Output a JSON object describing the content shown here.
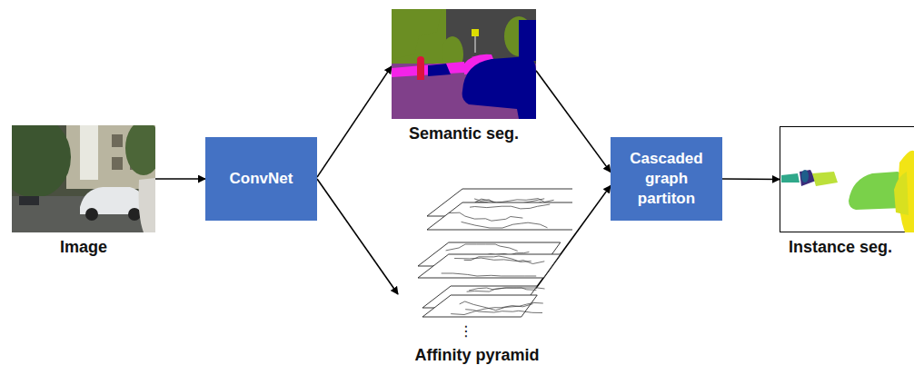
{
  "diagram": {
    "nodes": [
      {
        "text": [
          "Image"
        ]
      },
      {
        "text": [
          "ConvNet"
        ]
      },
      {
        "text": [
          "Semantic seg."
        ]
      },
      {
        "text": [
          "Affinity pyramid"
        ]
      },
      {
        "text": [
          "Cascaded graph partiton"
        ]
      },
      {
        "text": [
          "Instance seg."
        ]
      }
    ],
    "edges": [
      {
        "from": 0,
        "to": 1,
        "arrow": "to"
      },
      {
        "from": 1,
        "to": 2,
        "arrow": "to"
      },
      {
        "from": 1,
        "to": 3,
        "arrow": "to"
      },
      {
        "from": 2,
        "to": 4,
        "arrow": "to"
      },
      {
        "from": 3,
        "to": 4,
        "arrow": "to"
      },
      {
        "from": 4,
        "to": 5,
        "arrow": "to"
      }
    ],
    "labels": [
      "⋮"
    ]
  }
}
